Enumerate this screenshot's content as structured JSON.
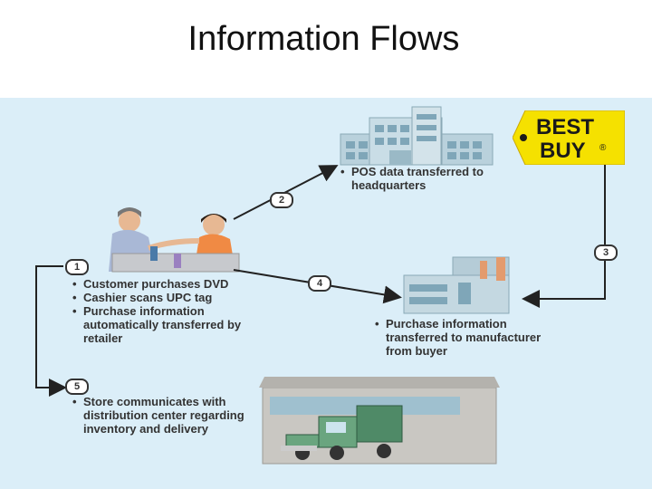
{
  "title": "Information Flows",
  "logo": {
    "line1": "BEST",
    "line2": "BUY",
    "mark": "®"
  },
  "steps": [
    {
      "num": "1",
      "lines": [
        "Customer purchases DVD",
        "Cashier scans UPC tag",
        "Purchase information automatically transferred by retailer"
      ]
    },
    {
      "num": "2",
      "lines": [
        "POS data transferred to headquarters"
      ]
    },
    {
      "num": "3",
      "lines": []
    },
    {
      "num": "4",
      "lines": [
        "Purchase information transferred to manufacturer from buyer"
      ]
    },
    {
      "num": "5",
      "lines": [
        "Store communicates with distribution center regarding inventory and delivery"
      ]
    }
  ],
  "colors": {
    "panel": "#dbeef8",
    "logo_yellow": "#f5e100",
    "logo_text": "#1a1a1a",
    "arrow": "#222222"
  }
}
